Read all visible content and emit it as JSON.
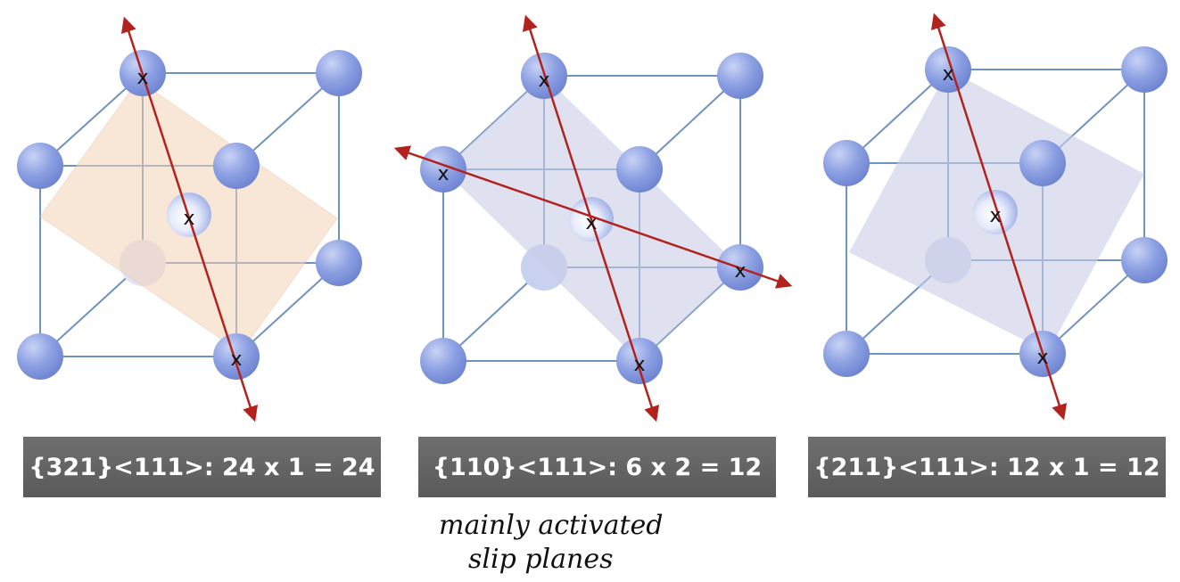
{
  "cells": [
    {
      "id": "bcc-321",
      "plane_color": "#f3d2b8",
      "caption": "{321}<111>: 24 x 1 = 24",
      "slip_directions": 1
    },
    {
      "id": "bcc-110",
      "plane_color": "#c9cde6",
      "caption": "{110}<111>: 6 x 2 = 12",
      "slip_directions": 2
    },
    {
      "id": "bcc-211",
      "plane_color": "#c9cde6",
      "caption": "{211}<111>: 12 x 1 = 12",
      "slip_directions": 1
    }
  ],
  "marker": "x",
  "colors": {
    "atom": "#7f94dd",
    "edge": "#6f93bf",
    "arrow": "#b3231e",
    "caption_bg": "#666666",
    "caption_text": "#ffffff"
  },
  "annotation": {
    "text": "mainly activated slip planes",
    "style": "handwritten",
    "points_to": "bcc-110"
  }
}
